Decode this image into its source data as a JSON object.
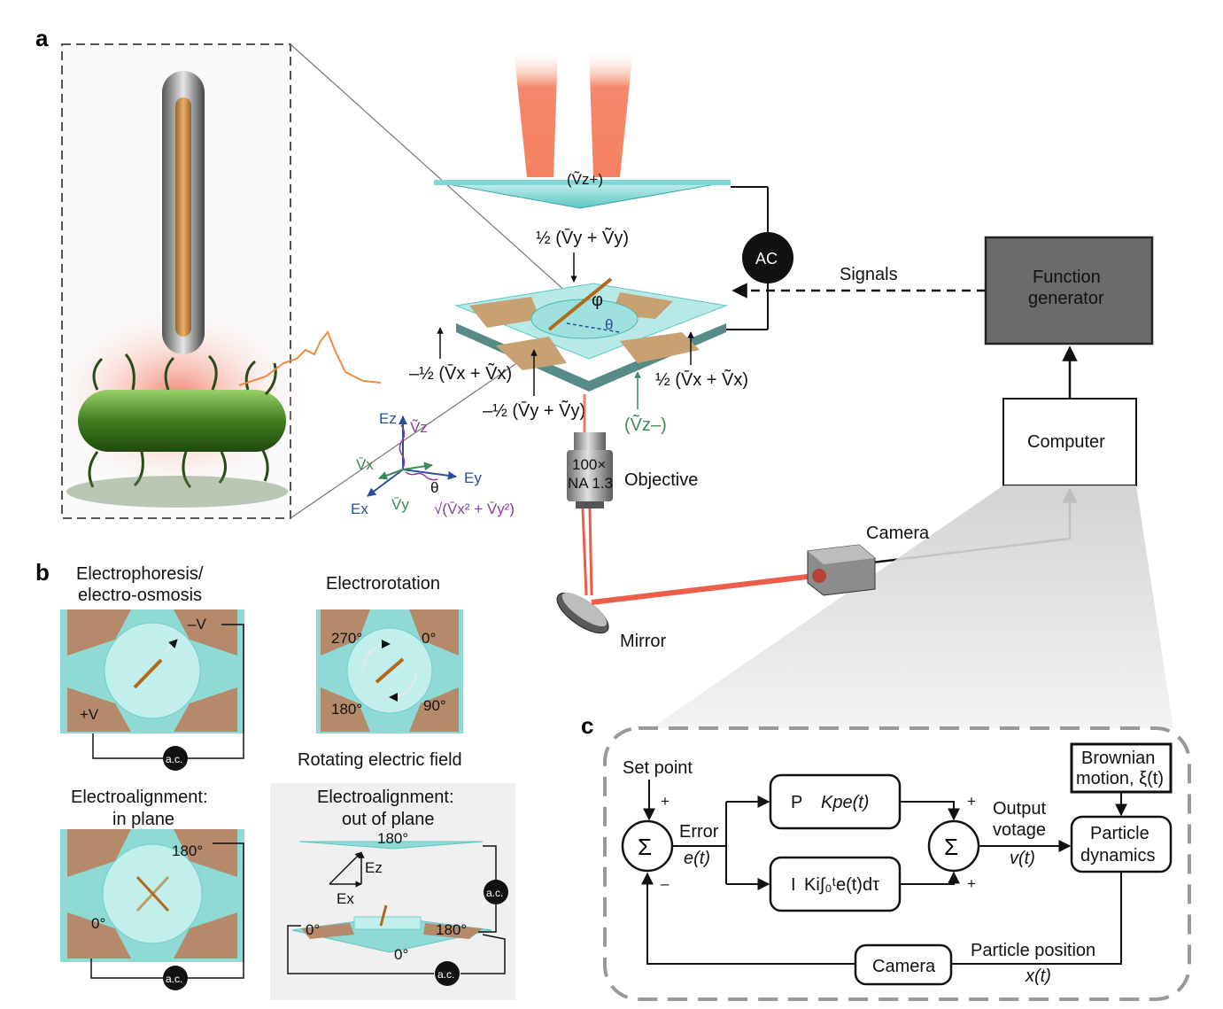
{
  "panels": {
    "a": "a",
    "b": "b",
    "c": "c"
  },
  "panel_a": {
    "top_electrode_label": "(Ṽz+)",
    "top_voltage_label": "½ (V̄y + Ṽy)",
    "ac_label": "AC",
    "signals_label": "Signals",
    "function_generator_label": "Function generator",
    "computer_label": "Computer",
    "camera_label": "Camera",
    "objective_label": "Objective",
    "objective_spec": "100× NA 1.3",
    "mirror_label": "Mirror",
    "phi_label": "φ",
    "theta_label": "θ",
    "left_voltage_label": "–½ (V̄x + Ṽx)",
    "bottom_voltage_label": "–½ (V̄y + Ṽy)",
    "right_voltage_label": "½ (V̄x + Ṽx)",
    "bottom_electrode_label": "(Ṽz–)",
    "axis_labels": {
      "ez": "Ez",
      "vz": "Ṽz",
      "vx": "V̄x",
      "ey": "Ey",
      "ex": "Ex",
      "vy": "V̄y",
      "theta": "θ",
      "magnitude": "√(V̄x² + V̄y²)"
    }
  },
  "panel_b": {
    "electrophoresis_title_1": "Electrophoresis/",
    "electrophoresis_title_2": "electro-osmosis",
    "minus_v": "–V",
    "plus_v": "+V",
    "ac_short": "a.c.",
    "electrorotation_title": "Electrorotation",
    "angle_270": "270°",
    "angle_0": "0°",
    "angle_180": "180°",
    "angle_90": "90°",
    "rotating_field_caption": "Rotating electric field",
    "inplane_title_1": "Electroalignment:",
    "inplane_title_2": "in plane",
    "inplane_180": "180°",
    "inplane_0": "0°",
    "outplane_title_1": "Electroalignment:",
    "outplane_title_2": "out of plane",
    "outplane_top_180": "180°",
    "outplane_ez": "Ez",
    "outplane_ex": "Ex",
    "outplane_0_left": "0°",
    "outplane_180_right": "180°",
    "outplane_0_bottom": "0°"
  },
  "panel_c": {
    "set_point": "Set point",
    "plus": "+",
    "minus": "–",
    "sigma": "Σ",
    "error": "Error",
    "error_sym": "e(t)",
    "p_label": "P",
    "p_expr": "Kpe(t)",
    "i_label": "I",
    "i_expr": "Ki∫₀ᵗe(t)dτ",
    "output_1": "Output",
    "output_2": "votage",
    "output_sym": "v(t)",
    "brownian_1": "Brownian",
    "brownian_2": "motion, ξ(t)",
    "particle_1": "Particle",
    "particle_2": "dynamics",
    "camera": "Camera",
    "position_label": "Particle position",
    "position_sym": "x(t)"
  },
  "colors": {
    "laser_red": "#e8442b",
    "glass_cyan": "#7fd9d6",
    "gold": "#c8a173",
    "function_generator_gray": "#6b6b6b",
    "dashed_gray": "#999999",
    "bacteria_green": "#4a8a2a"
  }
}
